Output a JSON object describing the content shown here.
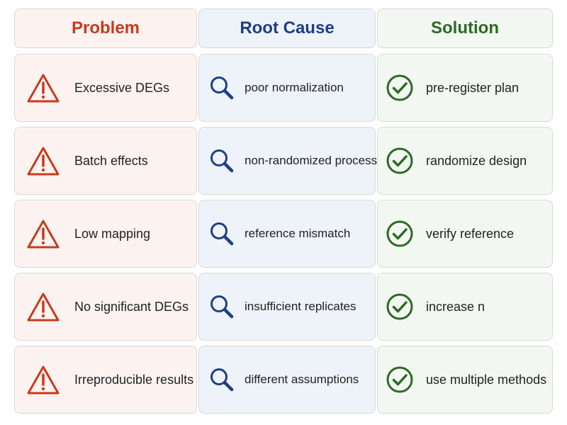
{
  "headers": {
    "problem": "Problem",
    "root_cause": "Root Cause",
    "solution": "Solution"
  },
  "rows": [
    {
      "problem": "Excessive DEGs",
      "root_cause": "poor normalization",
      "solution": "pre-register plan"
    },
    {
      "problem": "Batch effects",
      "root_cause": "non-randomized processing",
      "solution": "randomize design"
    },
    {
      "problem": "Low mapping",
      "root_cause": "reference mismatch",
      "solution": "verify reference"
    },
    {
      "problem": "No significant DEGs",
      "root_cause": "insufficient replicates",
      "solution": "increase n"
    },
    {
      "problem": "Irreproducible results",
      "root_cause": "different assumptions",
      "solution": "use multiple methods"
    }
  ],
  "icons": {
    "problem": "warning-triangle-icon",
    "root_cause": "magnifier-icon",
    "solution": "check-circle-icon"
  },
  "colors": {
    "problem": "#c93a1c",
    "root_cause": "#1e3f86",
    "solution": "#2c6a24"
  }
}
